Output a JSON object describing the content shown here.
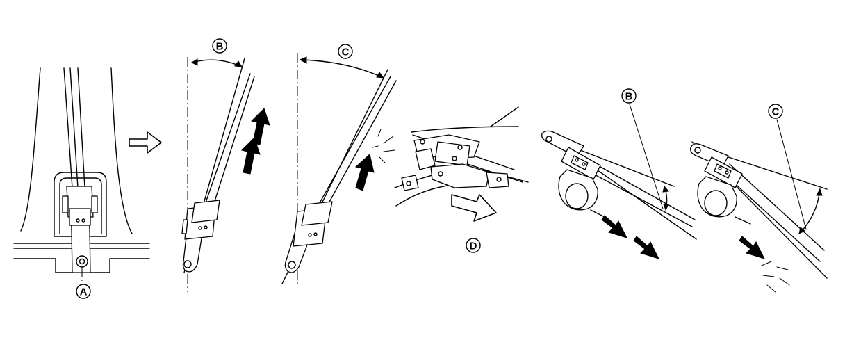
{
  "labels": {
    "a": "A",
    "b": "B",
    "c": "C",
    "d": "D"
  },
  "colors": {
    "line": "#000000",
    "background": "#ffffff"
  },
  "icons": {
    "step_arrow": "hollow-right-arrow",
    "motion_arrow": "solid-arrow",
    "click": "impact-burst"
  }
}
